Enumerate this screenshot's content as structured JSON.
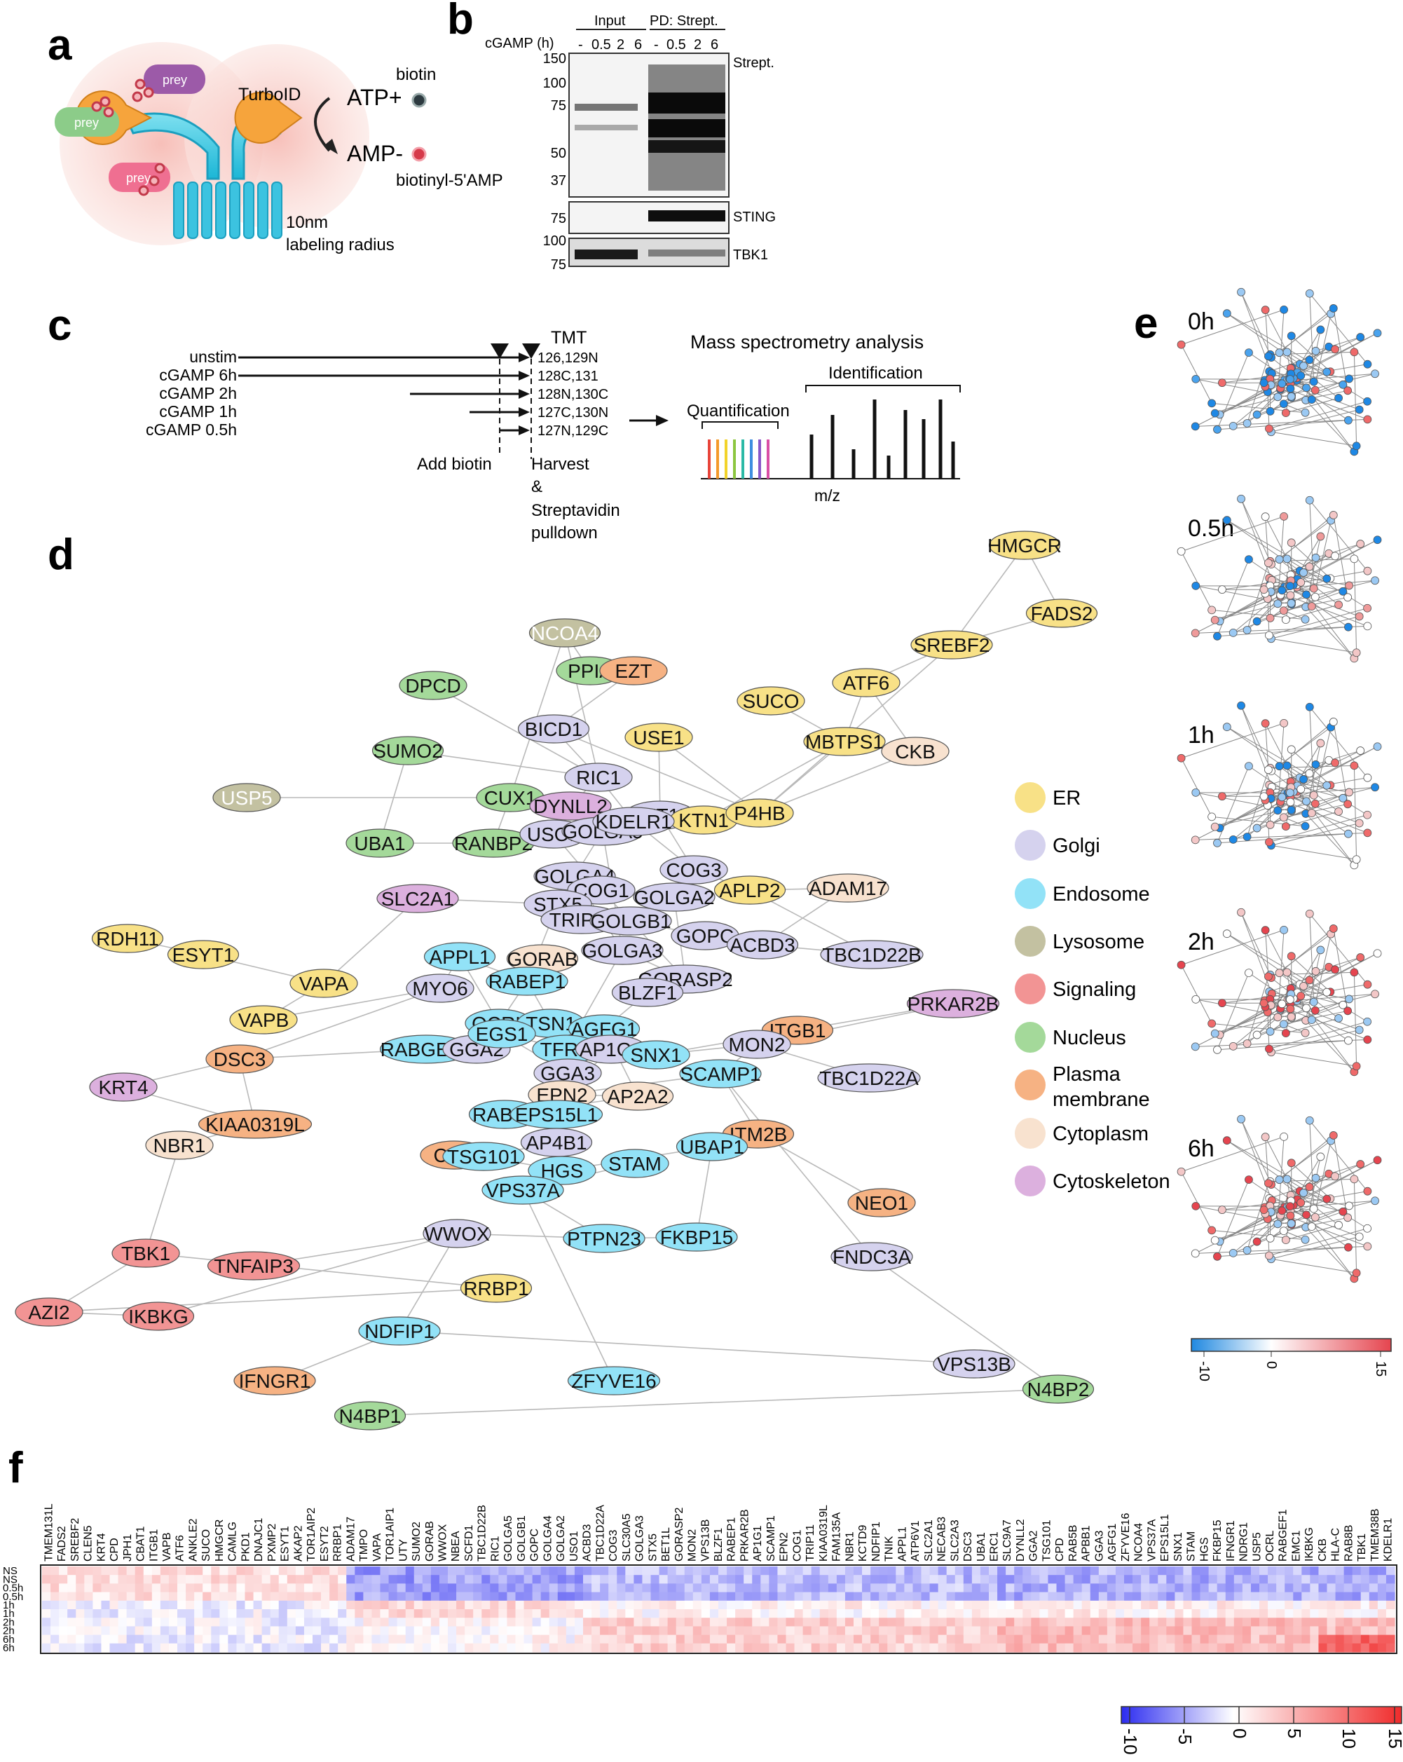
{
  "panels": {
    "a": {
      "letter": "a",
      "prey_labels": [
        "prey",
        "prey",
        "prey"
      ],
      "enzyme_label": "TurboID",
      "biotin_label": "biotin",
      "atp_label": "ATP+",
      "amp_label": "AMP-",
      "product_label": "biotinyl-5'AMP",
      "radius_line1": "10nm",
      "radius_line2": "labeling radius"
    },
    "b": {
      "letter": "b",
      "input_label": "Input",
      "pd_label": "PD: Strept.",
      "treatment_label": "cGAMP (h)",
      "lane_labels": [
        "-",
        "0.5",
        "2",
        "6",
        "-",
        "0.5",
        "2",
        "6"
      ],
      "blots": [
        {
          "name": "Strept.",
          "markers": [
            "150",
            "100",
            "75",
            "50",
            "37"
          ]
        },
        {
          "name": "STING",
          "markers": [
            "75"
          ]
        },
        {
          "name": "TBK1",
          "markers": [
            "100",
            "75"
          ]
        }
      ]
    },
    "c": {
      "letter": "c",
      "conditions": [
        "unstim",
        "cGAMP 6h",
        "cGAMP 2h",
        "cGAMP 1h",
        "cGAMP 0.5h"
      ],
      "tmt_title": "TMT",
      "tmt_channels": [
        "126,129N",
        "128C,131",
        "128N,130C",
        "127C,130N",
        "127N,129C"
      ],
      "add_biotin": "Add biotin",
      "harvest_lines": [
        "Harvest",
        "&",
        "Streptavidin",
        "pulldown"
      ],
      "ms_title": "Mass spectrometry analysis",
      "identification": "Identification",
      "quantification": "Quantification",
      "axis_label": "m/z",
      "reporter_colors": [
        "#e8443a",
        "#f49a2b",
        "#f2d32a",
        "#8cc63f",
        "#2bb9a6",
        "#3e8ee0",
        "#8957c9",
        "#d94fa6"
      ]
    },
    "d": {
      "letter": "d",
      "legend": [
        {
          "label": "ER",
          "color": "#f8e187"
        },
        {
          "label": "Golgi",
          "color": "#d5d2ee"
        },
        {
          "label": "Endosome",
          "color": "#92e2f7"
        },
        {
          "label": "Lysosome",
          "color": "#c3c1a1"
        },
        {
          "label": "Signaling",
          "color": "#f29494"
        },
        {
          "label": "Nucleus",
          "color": "#a4d99a"
        },
        {
          "label": "Plasma membrane",
          "color": "#f6b283"
        },
        {
          "label": "Cytoplasm",
          "color": "#f8e2cf"
        },
        {
          "label": "Cytoskeleton",
          "color": "#dcb0de"
        }
      ],
      "nodes": [
        {
          "label": "HMGCR",
          "cat": "ER"
        },
        {
          "label": "FADS2",
          "cat": "ER"
        },
        {
          "label": "SREBF2",
          "cat": "ER"
        },
        {
          "label": "NCOA4",
          "cat": "Lysosome"
        },
        {
          "label": "PPIA",
          "cat": "Nucleus"
        },
        {
          "label": "EZT",
          "cat": "Plasma membrane"
        },
        {
          "label": "DPCD",
          "cat": "Nucleus"
        },
        {
          "label": "ATF6",
          "cat": "ER"
        },
        {
          "label": "SUCO",
          "cat": "ER"
        },
        {
          "label": "BICD1",
          "cat": "Golgi"
        },
        {
          "label": "USE1",
          "cat": "ER"
        },
        {
          "label": "SUMO2",
          "cat": "Nucleus"
        },
        {
          "label": "MBTPS1",
          "cat": "ER"
        },
        {
          "label": "CKB",
          "cat": "Cytoplasm"
        },
        {
          "label": "RIC1",
          "cat": "Golgi"
        },
        {
          "label": "USP5",
          "cat": "Lysosome"
        },
        {
          "label": "CUX1",
          "cat": "Nucleus"
        },
        {
          "label": "DYNLL2",
          "cat": "Cytoskeleton"
        },
        {
          "label": "BET1L",
          "cat": "Golgi"
        },
        {
          "label": "KTN1",
          "cat": "ER"
        },
        {
          "label": "P4HB",
          "cat": "ER"
        },
        {
          "label": "UBA1",
          "cat": "Nucleus"
        },
        {
          "label": "RANBP2",
          "cat": "Nucleus"
        },
        {
          "label": "USO1",
          "cat": "Golgi"
        },
        {
          "label": "GOLGA5",
          "cat": "Golgi"
        },
        {
          "label": "KDELR1",
          "cat": "Golgi"
        },
        {
          "label": "GOLGA4",
          "cat": "Golgi"
        },
        {
          "label": "COG3",
          "cat": "Golgi"
        },
        {
          "label": "COG1",
          "cat": "Golgi"
        },
        {
          "label": "APLP2",
          "cat": "ER"
        },
        {
          "label": "ADAM17",
          "cat": "Cytoplasm"
        },
        {
          "label": "SLC2A1",
          "cat": "Cytoskeleton"
        },
        {
          "label": "STX5",
          "cat": "Golgi"
        },
        {
          "label": "GOLGA2",
          "cat": "Golgi"
        },
        {
          "label": "TRIP11",
          "cat": "Golgi"
        },
        {
          "label": "GOLGB1",
          "cat": "Golgi"
        },
        {
          "label": "RDH11",
          "cat": "ER"
        },
        {
          "label": "GOPC",
          "cat": "Golgi"
        },
        {
          "label": "ACBD3",
          "cat": "Golgi"
        },
        {
          "label": "ESYT1",
          "cat": "ER"
        },
        {
          "label": "APPL1",
          "cat": "Endosome"
        },
        {
          "label": "GORAB",
          "cat": "Cytoplasm"
        },
        {
          "label": "GOLGA3",
          "cat": "Golgi"
        },
        {
          "label": "TBC1D22B",
          "cat": "Golgi"
        },
        {
          "label": "VAPA",
          "cat": "ER"
        },
        {
          "label": "RABEP1",
          "cat": "Endosome"
        },
        {
          "label": "GORASP2",
          "cat": "Golgi"
        },
        {
          "label": "MYO6",
          "cat": "Golgi"
        },
        {
          "label": "BLZF1",
          "cat": "Golgi"
        },
        {
          "label": "PRKAR2B",
          "cat": "Cytoskeleton"
        },
        {
          "label": "VAPB",
          "cat": "ER"
        },
        {
          "label": "OCRL",
          "cat": "Endosome"
        },
        {
          "label": "TSN1",
          "cat": "Endosome"
        },
        {
          "label": "AGFG1",
          "cat": "Endosome"
        },
        {
          "label": "ITGB1",
          "cat": "Plasma membrane"
        },
        {
          "label": "RABGEF1",
          "cat": "Endosome"
        },
        {
          "label": "GGA2",
          "cat": "Golgi"
        },
        {
          "label": "EGS1",
          "cat": "Endosome"
        },
        {
          "label": "TFRC",
          "cat": "Endosome"
        },
        {
          "label": "AP1G1",
          "cat": "Golgi"
        },
        {
          "label": "SNX1",
          "cat": "Endosome"
        },
        {
          "label": "MON2",
          "cat": "Golgi"
        },
        {
          "label": "DSC3",
          "cat": "Plasma membrane"
        },
        {
          "label": "GGA3",
          "cat": "Golgi"
        },
        {
          "label": "SCAMP1",
          "cat": "Endosome"
        },
        {
          "label": "TBC1D22A",
          "cat": "Golgi"
        },
        {
          "label": "KRT4",
          "cat": "Cytoskeleton"
        },
        {
          "label": "EPN2",
          "cat": "Cytoplasm"
        },
        {
          "label": "AP2A2",
          "cat": "Cytoplasm"
        },
        {
          "label": "RAB5B",
          "cat": "Endosome"
        },
        {
          "label": "EPS15L1",
          "cat": "Endosome"
        },
        {
          "label": "KIAA0319L",
          "cat": "Plasma membrane"
        },
        {
          "label": "ITM2B",
          "cat": "Plasma membrane"
        },
        {
          "label": "NBR1",
          "cat": "Cytoplasm"
        },
        {
          "label": "AP4B1",
          "cat": "Golgi"
        },
        {
          "label": "UBAP1",
          "cat": "Endosome"
        },
        {
          "label": "CPD",
          "cat": "Plasma membrane"
        },
        {
          "label": "TSG101",
          "cat": "Endosome"
        },
        {
          "label": "STAM",
          "cat": "Endosome"
        },
        {
          "label": "HGS",
          "cat": "Endosome"
        },
        {
          "label": "VPS37A",
          "cat": "Endosome"
        },
        {
          "label": "NEO1",
          "cat": "Plasma membrane"
        },
        {
          "label": "WWOX",
          "cat": "Golgi"
        },
        {
          "label": "PTPN23",
          "cat": "Endosome"
        },
        {
          "label": "FKBP15",
          "cat": "Endosome"
        },
        {
          "label": "TBK1",
          "cat": "Signaling"
        },
        {
          "label": "FNDC3A",
          "cat": "Golgi"
        },
        {
          "label": "TNFAIP3",
          "cat": "Signaling"
        },
        {
          "label": "RRBP1",
          "cat": "ER"
        },
        {
          "label": "AZI2",
          "cat": "Signaling"
        },
        {
          "label": "IKBKG",
          "cat": "Signaling"
        },
        {
          "label": "NDFIP1",
          "cat": "Endosome"
        },
        {
          "label": "IFNGR1",
          "cat": "Plasma membrane"
        },
        {
          "label": "ZFYVE16",
          "cat": "Endosome"
        },
        {
          "label": "VPS13B",
          "cat": "Golgi"
        },
        {
          "label": "N4BP2",
          "cat": "Nucleus"
        },
        {
          "label": "N4BP1",
          "cat": "Nucleus"
        }
      ]
    },
    "e": {
      "letter": "e",
      "timepoints": [
        "0h",
        "0.5h",
        "1h",
        "2h",
        "6h"
      ],
      "scale_ticks": [
        "-10",
        "0",
        "15"
      ]
    },
    "f": {
      "letter": "f",
      "row_labels": [
        "NS",
        "NS",
        "0.5h",
        "0.5h",
        "1h",
        "1h",
        "2h",
        "2h",
        "6h",
        "6h"
      ],
      "column_labels": [
        "TMEM131L",
        "FADS2",
        "SREBF2",
        "CLEN5",
        "KRT4",
        "CPD",
        "JPH1",
        "CBAT1",
        "ITGB1",
        "VAPB",
        "ATF6",
        "ANKLE2",
        "SUCO",
        "HMGCR",
        "CAMLG",
        "PKD1",
        "DNAJC1",
        "PXMP2",
        "ESYT1",
        "AKAP2",
        "TOR1AIP2",
        "ESYT2",
        "RRBP1",
        "ADAM17",
        "TMPO",
        "VAPA",
        "TOR1AIP1",
        "UTY",
        "SUMO2",
        "GORAB",
        "WWOX",
        "NBEA",
        "SCFD1",
        "TBC1D22B",
        "RIC1",
        "GOLGA5",
        "GOLGB1",
        "GOPC",
        "GOLGA4",
        "GOLGA2",
        "USO1",
        "ACBD3",
        "TBC1D22A",
        "COG3",
        "SLC30A5",
        "GOLGA3",
        "STX5",
        "BET1L",
        "GORASP2",
        "MON2",
        "VPS13B",
        "BLZF1",
        "RABEP1",
        "PRKAR2B",
        "AP1G1",
        "SCAMP1",
        "EPN2",
        "COG1",
        "TRIP11",
        "KIAA0319L",
        "FAM135A",
        "NBR1",
        "KCTD9",
        "NDFIP1",
        "TNIK",
        "APPL1",
        "ATP6V1",
        "SLC2A1",
        "NECAB3",
        "SLC2A3",
        "DSC3",
        "UBA1",
        "ERC1",
        "SLC9A7",
        "DYNLL2",
        "GGA2",
        "TSG101",
        "CPD",
        "RAB5B",
        "APBB1",
        "GGA3",
        "AGFG1",
        "ZFYVE16",
        "NCOA4",
        "VPS37A",
        "EPS15L1",
        "SNX1",
        "STAM",
        "HGS",
        "FKBP15",
        "IFNGR1",
        "NDRG1",
        "USP5",
        "OCRL",
        "RABGEF1",
        "EMC1",
        "IKBKG",
        "CKB",
        "HLA-C",
        "RAB8B",
        "TBK1",
        "TMEM38B",
        "KDELR1"
      ],
      "scale_ticks": [
        "-10",
        "-5",
        "0",
        "5",
        "10",
        "15"
      ]
    }
  }
}
